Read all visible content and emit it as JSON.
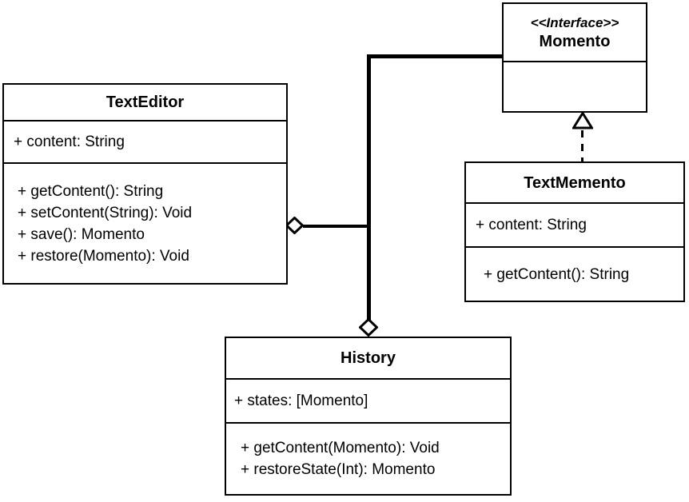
{
  "diagram": {
    "type": "uml-class-diagram",
    "pattern": "Memento",
    "colors": {
      "line": "#000000",
      "box_fill": "#ffffff",
      "background": "#ffffff",
      "text": "#000000"
    },
    "classes": [
      {
        "id": "texteditor",
        "title": "TextEditor",
        "attributes": [
          "+ content: String"
        ],
        "methods": [
          "+ getContent(): String",
          "+ setContent(String): Void",
          "+ save(): Momento",
          "+ restore(Momento): Void"
        ]
      },
      {
        "id": "momento",
        "stereotype": "<<Interface>>",
        "title": "Momento",
        "attributes": [],
        "methods": []
      },
      {
        "id": "textmemento",
        "title": "TextMemento",
        "attributes": [
          "+ content: String"
        ],
        "methods": [
          "+ getContent(): String"
        ]
      },
      {
        "id": "history",
        "title": "History",
        "attributes": [
          "+ states: [Momento]"
        ],
        "methods": [
          "+ getContent(Momento): Void",
          "+ restoreState(Int): Momento"
        ]
      }
    ],
    "relationships": [
      {
        "from": "TextEditor",
        "to": "Momento",
        "type": "aggregation"
      },
      {
        "from": "History",
        "to": "Momento",
        "type": "aggregation"
      },
      {
        "from": "TextMemento",
        "to": "Momento",
        "type": "realization"
      }
    ]
  }
}
